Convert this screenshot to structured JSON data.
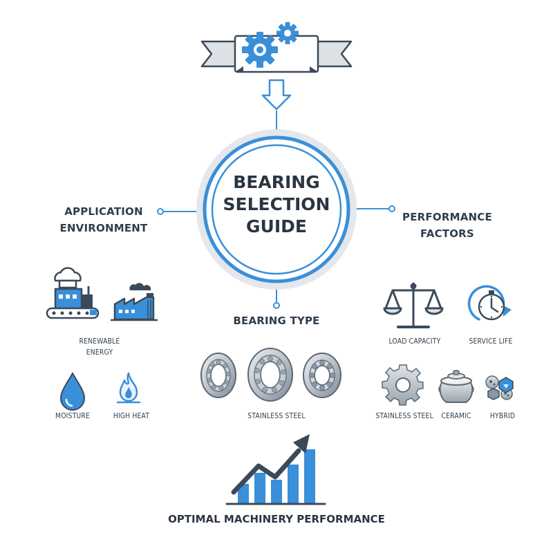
{
  "hub": {
    "title_lines": [
      "BEARING",
      "SELECTION",
      "GUIDE"
    ]
  },
  "branches": {
    "application": {
      "title_lines": [
        "APPLICATION",
        "ENVIRONMENT"
      ]
    },
    "performance": {
      "title_lines": [
        "PERFORMANCE",
        "FACTORS"
      ]
    },
    "type": {
      "title": "BEARING TYPE"
    }
  },
  "application_items": {
    "renewable": [
      "RENEWABLE",
      "ENERGY"
    ],
    "moisture": "MOISTURE",
    "high_heat": "HIGH HEAT"
  },
  "type_items": {
    "material": "STAINLESS STEEL"
  },
  "performance_items": {
    "load_capacity": "LOAD CAPACITY",
    "service_life": "SERVICE LIFE",
    "stainless": "STAINLESS STEEL",
    "ceramic": "CERAMIC",
    "hybrid": "HYBRID"
  },
  "outcome": {
    "title": "OPTIMAL MACHINERY PERFORMANCE"
  },
  "colors": {
    "accent": "#3a8fd9",
    "dark": "#3b4a5a",
    "gray": "#8a96a3",
    "ring_bg": "#e4e7eb"
  },
  "icons": {
    "top": "gears-banner-icon",
    "arrow": "down-arrow-icon",
    "factory_food": "food-factory-icon",
    "factory": "factory-icon",
    "drop": "water-drop-icon",
    "flame": "flame-icon",
    "bearings": "ball-bearing-icon",
    "scale": "balance-scale-icon",
    "timer": "stopwatch-icon",
    "gear": "gear-icon",
    "pot": "ceramic-pot-icon",
    "hybrid": "hybrid-balls-icon",
    "chart": "growth-chart-icon"
  }
}
